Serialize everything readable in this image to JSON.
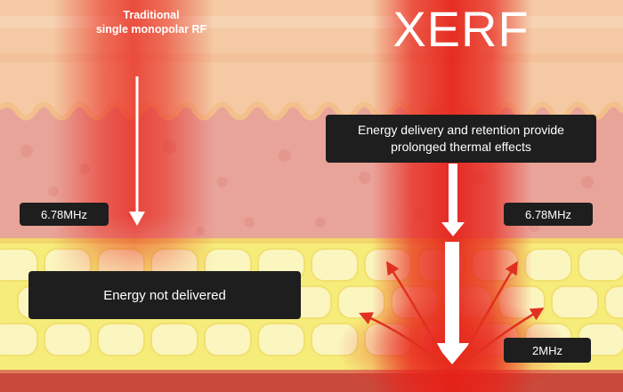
{
  "left_method": {
    "heading_line1": "Traditional",
    "heading_line2": "single monopolar RF",
    "frequency": "6.78MHz",
    "result": "Energy not delivered"
  },
  "right_method": {
    "brand": "XERF",
    "frequency_high": "6.78MHz",
    "frequency_low": "2MHz",
    "result": "Energy delivery and retention provide prolonged thermal effects"
  },
  "colors": {
    "epidermis": "#f4c9a3",
    "dermis": "#e9a49a",
    "fat_layer": "#f6ec7a",
    "muscle": "#c9493a",
    "heat": "#e8231a",
    "label_bg": "#1e1e1e",
    "label_text": "#ffffff"
  },
  "icons": {
    "left_arrow": "arrow-down-icon",
    "center_arrow": "arrow-down-icon",
    "heat_waves": "radiating-arrows-icon"
  }
}
